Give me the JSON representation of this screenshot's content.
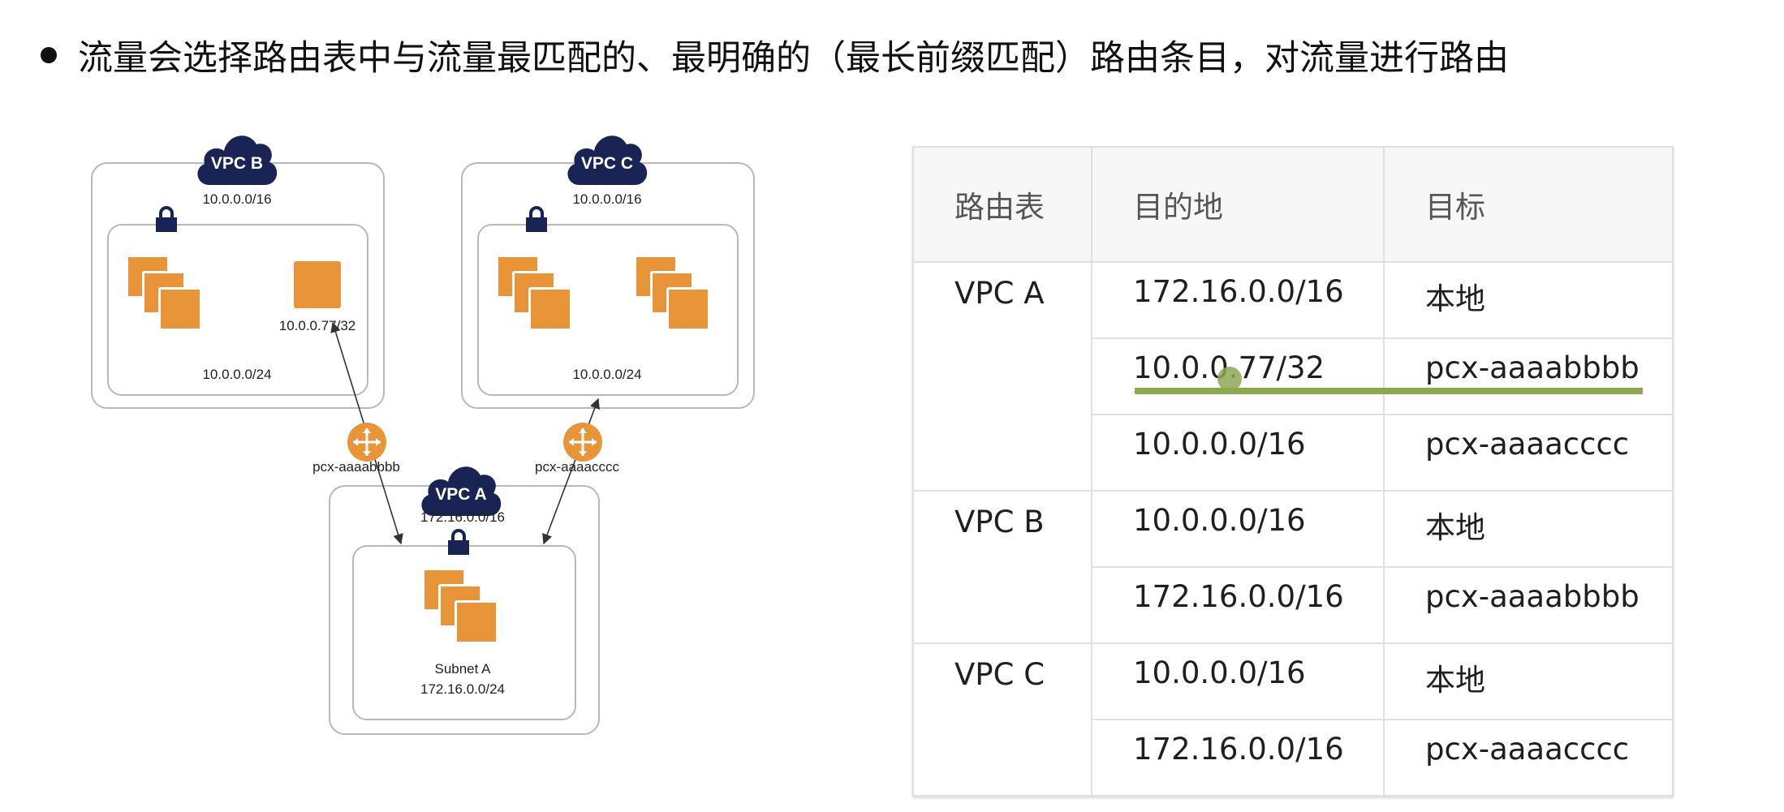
{
  "heading": "流量会选择路由表中与流量最匹配的、最明确的（最长前缀匹配）路由条目，对流量进行路由",
  "diagram": {
    "vpc_b": {
      "name": "VPC B",
      "cidr": "10.0.0.0/16",
      "subnet_cidr": "10.0.0.0/24",
      "host_ip": "10.0.0.77/32"
    },
    "vpc_c": {
      "name": "VPC C",
      "cidr": "10.0.0.0/16",
      "subnet_cidr": "10.0.0.0/24"
    },
    "vpc_a": {
      "name": "VPC A",
      "cidr": "172.16.0.0/16",
      "subnet_name": "Subnet A",
      "subnet_cidr": "172.16.0.0/24"
    },
    "peer_ab": "pcx-aaaabbbb",
    "peer_ac": "pcx-aaaacccc"
  },
  "table": {
    "headers": [
      "路由表",
      "目的地",
      "目标"
    ],
    "groups": [
      {
        "name": "VPC A",
        "rows": [
          {
            "dest": "172.16.0.0/16",
            "target": "本地"
          },
          {
            "dest": "10.0.0.77/32",
            "target": "pcx-aaaabbbb"
          },
          {
            "dest": "10.0.0.0/16",
            "target": "pcx-aaaacccc"
          }
        ]
      },
      {
        "name": "VPC B",
        "rows": [
          {
            "dest": "10.0.0.0/16",
            "target": "本地"
          },
          {
            "dest": "172.16.0.0/16",
            "target": "pcx-aaaabbbb"
          }
        ]
      },
      {
        "name": "VPC C",
        "rows": [
          {
            "dest": "10.0.0.0/16",
            "target": "本地"
          },
          {
            "dest": "172.16.0.0/16",
            "target": "pcx-aaaacccc"
          }
        ]
      }
    ]
  },
  "colors": {
    "navy": "#1a2454",
    "orange": "#e8953a",
    "highlight": "#8ea752",
    "border": "#b9b9b9"
  }
}
